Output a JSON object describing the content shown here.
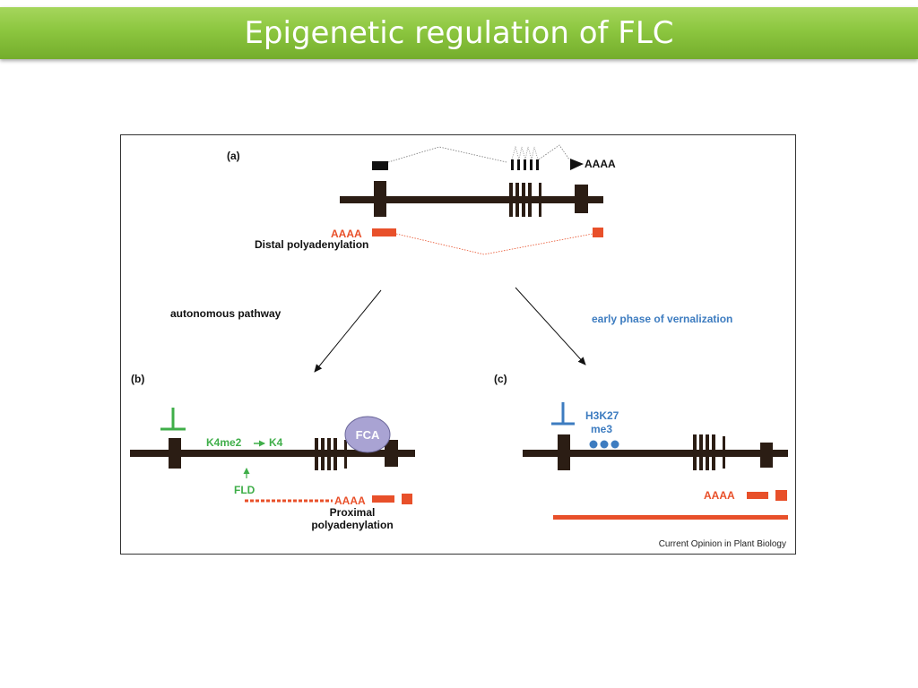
{
  "slide": {
    "title": "Epigenetic regulation of FLC"
  },
  "figure": {
    "panel_a": {
      "label": "(a)",
      "transcript_poly_a": "AAAA",
      "distal_poly_a": "AAAA",
      "distal_label": "Distal polyadenylation"
    },
    "arrow_labels": {
      "autonomous": "autonomous pathway",
      "vernalization": "early phase of vernalization"
    },
    "panel_b": {
      "label": "(b)",
      "k4me2": "K4me2",
      "k4": "K4",
      "fld": "FLD",
      "fca": "FCA",
      "poly_a": "AAAA",
      "proximal_line1": "Proximal",
      "proximal_line2": "polyadenylation"
    },
    "panel_c": {
      "label": "(c)",
      "h3k27": "H3K27",
      "me3": "me3",
      "poly_a": "AAAA"
    },
    "credit": "Current Opinion in Plant Biology"
  },
  "colors": {
    "title_green": "#8cc63f",
    "gene_dark": "#2b1d14",
    "orange": "#e8502a",
    "green": "#3fae49",
    "blue": "#3d7cc0",
    "fca_purple": "#a9a3d3"
  }
}
